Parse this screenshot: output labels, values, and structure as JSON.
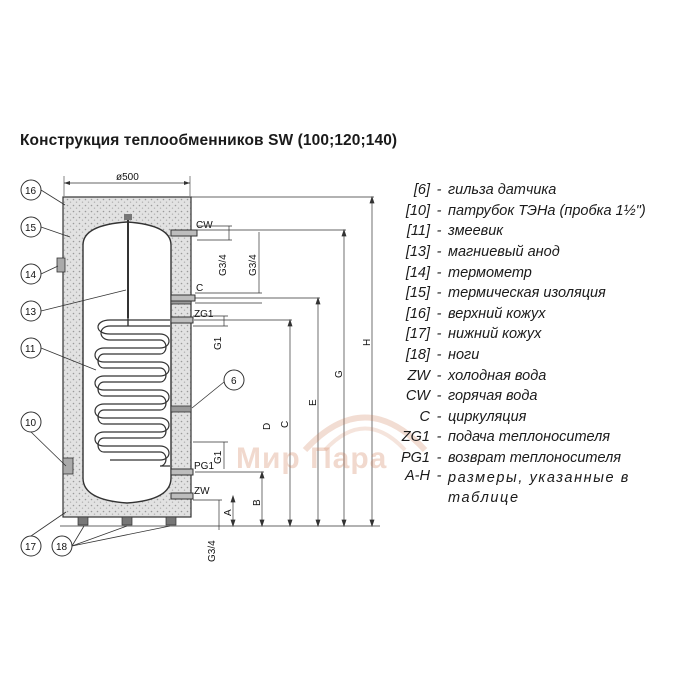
{
  "title": "Конструкция теплообменников SW (100;120;140)",
  "diagram": {
    "diameter_label": "ø500",
    "callouts": [
      "16",
      "15",
      "14",
      "13",
      "11",
      "10",
      "17",
      "18",
      "6"
    ],
    "connections": [
      "CW",
      "C",
      "ZG1",
      "PG1",
      "ZW"
    ],
    "thread_labels": [
      "G3/4",
      "G3/4",
      "G1",
      "G1",
      "G3/4"
    ],
    "dimension_letters": [
      "A",
      "B",
      "C",
      "D",
      "E",
      "G",
      "H"
    ]
  },
  "legend": [
    {
      "code": "[6]",
      "desc": "гильза датчика"
    },
    {
      "code": "[10]",
      "desc": "патрубок ТЭНа (пробка 1½\")"
    },
    {
      "code": "[11]",
      "desc": "змеевик"
    },
    {
      "code": "[13]",
      "desc": "магниевый анод"
    },
    {
      "code": "[14]",
      "desc": "термометр"
    },
    {
      "code": "[15]",
      "desc": "термическая изоляция"
    },
    {
      "code": "[16]",
      "desc": "верхний кожух"
    },
    {
      "code": "[17]",
      "desc": "нижний кожух"
    },
    {
      "code": "[18]",
      "desc": "ноги"
    },
    {
      "code": "ZW",
      "desc": "холодная вода"
    },
    {
      "code": "CW",
      "desc": "горячая вода"
    },
    {
      "code": "C",
      "desc": "циркуляция"
    },
    {
      "code": "ZG1",
      "desc": "подача теплоносителя"
    },
    {
      "code": "PG1",
      "desc": "возврат теплоносителя"
    },
    {
      "code": "A-H",
      "desc": "размеры, указанные в таблице"
    }
  ],
  "legend_separator": "-",
  "watermark": "Мир Пара",
  "colors": {
    "insulation": "#d8d8d8",
    "outline": "#333333",
    "watermark": "#cd7850"
  }
}
